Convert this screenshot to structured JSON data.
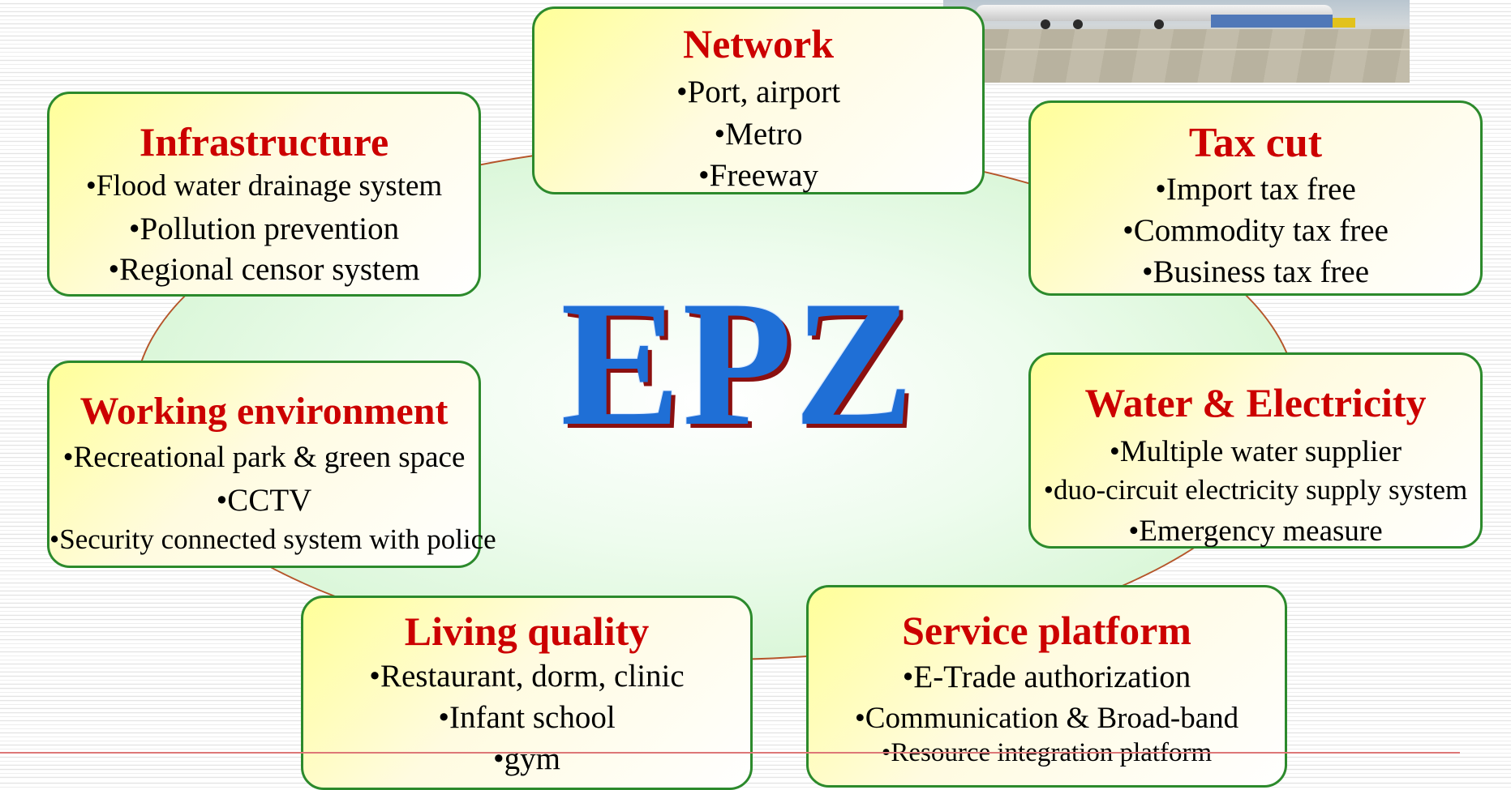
{
  "center_label": "EPZ",
  "colors": {
    "title_red": "#cc0000",
    "box_border_green": "#2c8a2c",
    "ellipse_border": "#b5552a",
    "epz_blue": "#1f6fd6",
    "epz_shadow": "#8b1010"
  },
  "photo": {
    "description_icon": "airport-photo-icon"
  },
  "boxes": {
    "network": {
      "title": "Network",
      "items": [
        "•Port, airport",
        "•Metro",
        "•Freeway"
      ]
    },
    "infrastructure": {
      "title": "Infrastructure",
      "items": [
        "•Flood water drainage system",
        "•Pollution prevention",
        "•Regional censor system"
      ]
    },
    "tax_cut": {
      "title": "Tax cut",
      "items": [
        "•Import tax free",
        "•Commodity tax free",
        "•Business tax free"
      ]
    },
    "working_environment": {
      "title": "Working environment",
      "items": [
        "•Recreational park & green space",
        "•CCTV",
        "•Security connected system with police"
      ]
    },
    "water_electricity": {
      "title": "Water & Electricity",
      "items": [
        "•Multiple water supplier",
        "•duo-circuit electricity supply system",
        "•Emergency measure"
      ]
    },
    "living_quality": {
      "title": "Living quality",
      "items": [
        "•Restaurant, dorm, clinic",
        "•Infant school",
        "•gym"
      ]
    },
    "service_platform": {
      "title": "Service platform",
      "items": [
        "•E-Trade authorization",
        "•Communication & Broad-band",
        "•Resource integration platform"
      ]
    }
  }
}
